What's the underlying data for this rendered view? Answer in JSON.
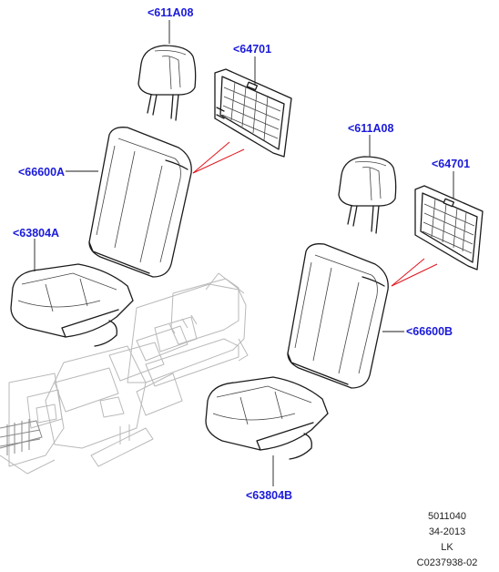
{
  "callouts": {
    "headrest_a": "<611A08",
    "panel_a": "<64701",
    "backrest_a": "<66600A",
    "cushion_a": "<63804A",
    "headrest_b": "<611A08",
    "panel_b": "<64701",
    "backrest_b": "<66600B",
    "cushion_b": "<63804B"
  },
  "footer": {
    "line1": "5011040",
    "line2": "34-2013",
    "line3": "LK",
    "line4": "C0237938-02"
  },
  "colors": {
    "callout_text": "#1a1adb",
    "indicator_lines": "#e0141b",
    "outline": "#1b1b1b",
    "ghost_parts": "#b9b9b9"
  }
}
